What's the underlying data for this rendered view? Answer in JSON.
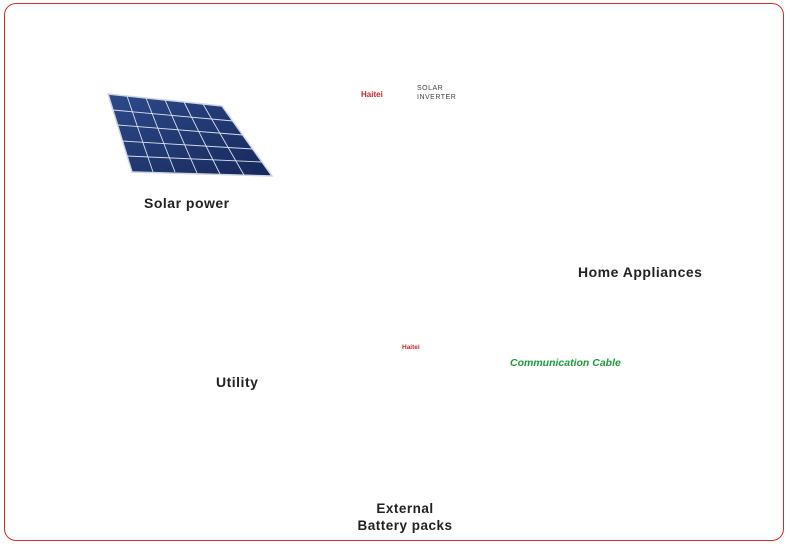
{
  "labels": {
    "solar_power": "Solar power",
    "utility": "Utility",
    "home_appliances": "Home Appliances",
    "battery_line1": "External",
    "battery_line2": "Battery packs",
    "communication_cable": "Communication Cable"
  },
  "inverter": {
    "brand": "Haitei",
    "model_line1": "SOLAR",
    "model_line2": "INVERTER"
  },
  "battery": {
    "brand": "Haitei"
  },
  "colors": {
    "frame": "#d82a2a",
    "power_line": "#e0252c",
    "appliance_line": "#1aa6e0",
    "communication_line": "#1e9b3a"
  }
}
